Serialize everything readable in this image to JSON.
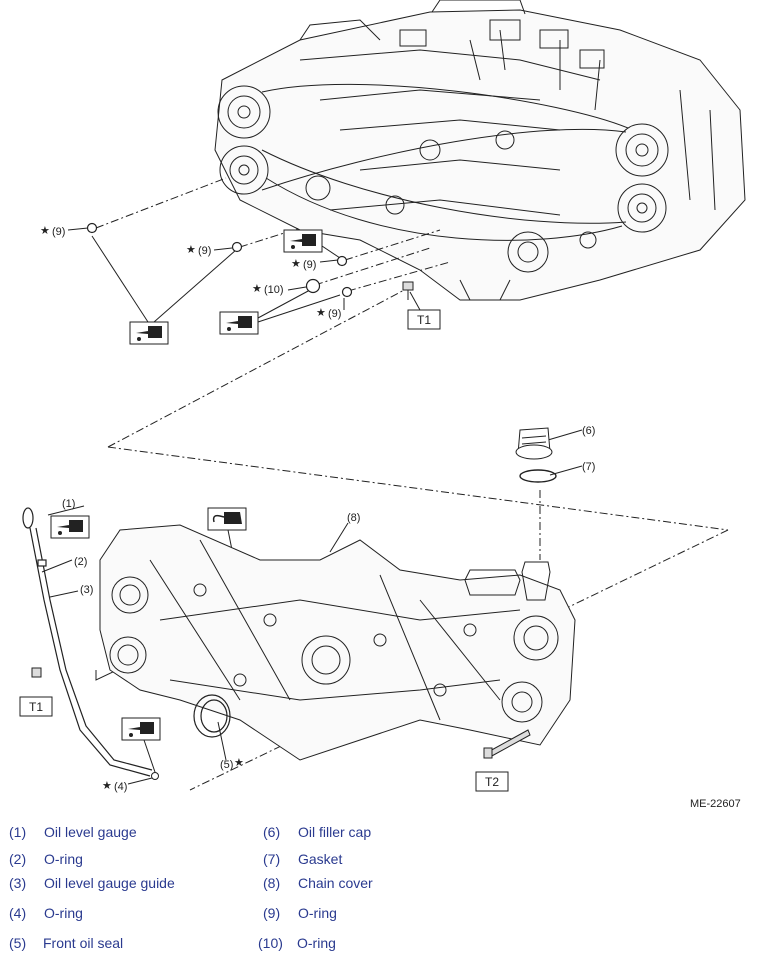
{
  "figure_id": "ME-22607",
  "callouts": {
    "c1": "(1)",
    "c2": "(2)",
    "c3": "(3)",
    "c4": "(4)",
    "c5": "(5)",
    "c6": "(6)",
    "c7": "(7)",
    "c8": "(8)",
    "c9a": "(9)",
    "c9b": "(9)",
    "c9c": "(9)",
    "c9d": "(9)",
    "c10": "(10)"
  },
  "star": "★",
  "torque_tags": {
    "t1_top": "T1",
    "t1_left": "T1",
    "t2": "T2"
  },
  "icons": [
    "oil-can-icon",
    "liquid-gasket-icon"
  ],
  "colors": {
    "legend_text": "#2a3a8f",
    "line_art": "#222222"
  },
  "legend": [
    {
      "num": "(1)",
      "label": "Oil level gauge"
    },
    {
      "num": "(2)",
      "label": "O-ring"
    },
    {
      "num": "(3)",
      "label": "Oil level gauge guide"
    },
    {
      "num": "(4)",
      "label": "O-ring"
    },
    {
      "num": "(5)",
      "label": "Front oil seal"
    },
    {
      "num": "(6)",
      "label": "Oil filler cap"
    },
    {
      "num": "(7)",
      "label": "Gasket"
    },
    {
      "num": "(8)",
      "label": "Chain cover"
    },
    {
      "num": "(9)",
      "label": "O-ring"
    },
    {
      "num": "(10)",
      "label": "O-ring"
    }
  ]
}
